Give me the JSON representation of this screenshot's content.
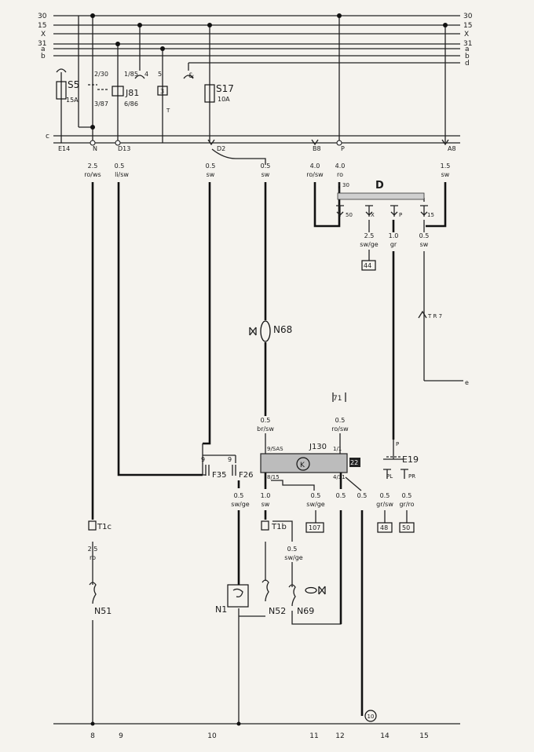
{
  "busbars": {
    "left": [
      "30",
      "15",
      "X",
      "31",
      "a",
      "b"
    ],
    "right": [
      "30",
      "15",
      "X",
      "31",
      "a",
      "b",
      "d"
    ],
    "c": "c"
  },
  "relay_panel": {
    "fuse_s5": "S5",
    "fuse_s5_rating": "15A",
    "relay_pins_top": "2/30",
    "relay_pins_bottom": "3/87",
    "relay_j81": "J81",
    "relay_j81_top": "1/85",
    "relay_j81_bottom": "6/86",
    "pin_4": "4",
    "pin_5": "5",
    "pin_3": "3",
    "pin_t": "T",
    "pin_amp": "&",
    "fuse_s17": "S17",
    "fuse_s17_rating": "10A"
  },
  "connectors": [
    "E14",
    "N",
    "D13",
    "D2",
    "B8",
    "P",
    "A8"
  ],
  "wires": {
    "w1": {
      "size": "2.5",
      "color": "ro/ws"
    },
    "w2": {
      "size": "0.5",
      "color": "li/sw"
    },
    "w3": {
      "size": "0.5",
      "color": "sw"
    },
    "w4": {
      "size": "0.5",
      "color": "sw"
    },
    "w5": {
      "size": "4.0",
      "color": "ro/sw"
    },
    "w6": {
      "size": "4.0",
      "color": "ro"
    },
    "w7": {
      "size": "1.5",
      "color": "sw"
    },
    "d1": {
      "size": "2.5",
      "color": "sw/ge"
    },
    "d2": {
      "size": "1.0",
      "color": "gr"
    },
    "d3": {
      "size": "0.5",
      "color": "sw"
    },
    "br": {
      "size": "0.5",
      "color": "br/sw"
    },
    "j1": {
      "size": "0.5",
      "color": "ro/sw"
    },
    "f1": {
      "size": "0.5",
      "color": "sw/ge"
    },
    "f2": {
      "size": "1.0",
      "color": "sw"
    },
    "f3": {
      "size": "0.5",
      "color": "sw/ge"
    },
    "e1": {
      "size": "0.5",
      "color": "gr/sw"
    },
    "e2": {
      "size": "0.5",
      "color": "gr/ro"
    },
    "t1": {
      "size": "2.5",
      "color": "ro"
    },
    "t2": {
      "size": "0.5",
      "color": "sw/ge"
    },
    "j2": {
      "size": "0.5",
      "color": ""
    },
    "j3": {
      "size": "0.5",
      "color": ""
    }
  },
  "switch_d": {
    "name": "D",
    "t30": "30",
    "t50": "50",
    "tx": "X",
    "tp": "P",
    "t15": "15"
  },
  "refs": {
    "r44": "44",
    "r107": "107",
    "r48": "48",
    "r50": "50",
    "r71": "71",
    "r22": "22"
  },
  "labels": {
    "n68": "N68",
    "tr7": "T R 7",
    "e_end": "e",
    "j130": "J130",
    "j130_pin_l": "9/SAS",
    "j130_pin_r": "1/1",
    "j130_pin_bl": "8/15",
    "j130_pin_br": "4/31",
    "k_symbol": "K",
    "e19": "E19",
    "e19_p": "P",
    "e19_pl": "PL",
    "e19_pr": "PR",
    "f35": "F35",
    "f26": "F26",
    "f_9a": "9",
    "f_9b": "9",
    "t1c": "T1c",
    "t1b": "T1b",
    "n51": "N51",
    "n1": "N1",
    "n52": "N52",
    "n69": "N69",
    "ground": "10"
  },
  "columns": [
    "8",
    "9",
    "10",
    "11",
    "12",
    "14",
    "15"
  ]
}
